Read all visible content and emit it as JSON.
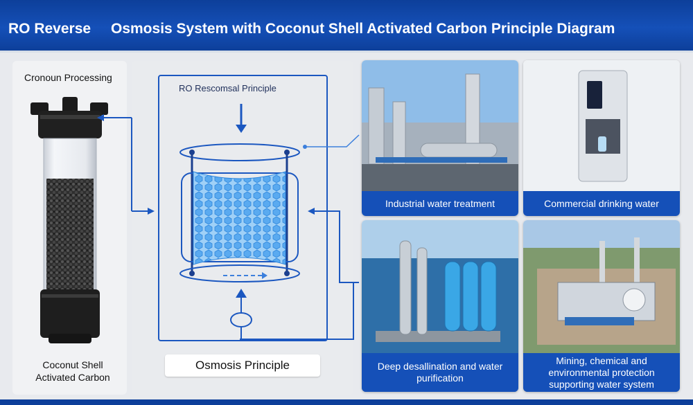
{
  "header": {
    "title_part1": "RO Reverse",
    "title_part2": "Osmosis System with Coconut Shell Activated Carbon Principle Diagram"
  },
  "left_panel": {
    "heading": "Cronoun Processing",
    "caption_line1": "Coconut Shell",
    "caption_line2": "Activated Carbon"
  },
  "middle_panel": {
    "heading": "RO Rescomsal Principle",
    "caption": "Osmosis Principle"
  },
  "applications": [
    {
      "label": "Industrial water treatment",
      "icon": "industrial-plant-image"
    },
    {
      "label": "Commercial drinking water",
      "icon": "water-dispenser-image"
    },
    {
      "label": "Deep desallination and water purification",
      "icon": "desalination-platform-image"
    },
    {
      "label": "Mining, chemical and environmental protection supporting water system",
      "icon": "mining-chemical-plant-image"
    }
  ],
  "colors": {
    "header_blue": "#1550b8",
    "diagram_blue": "#1b57c0",
    "membrane_blue": "#4fa0ee",
    "carbon_black": "#2a2a2a"
  }
}
